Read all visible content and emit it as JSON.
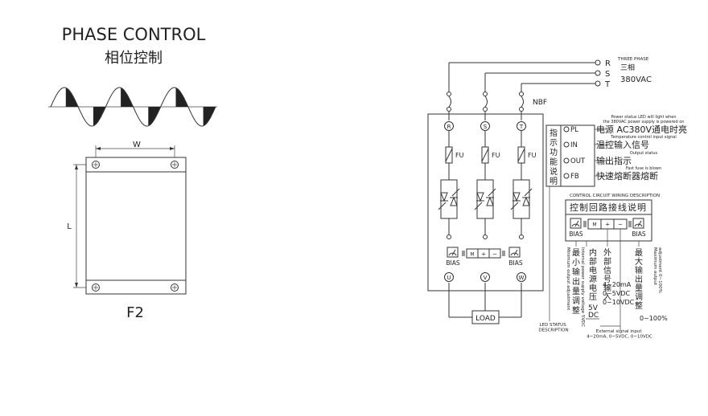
{
  "left": {
    "title": "PHASE CONTROL",
    "subtitle": "相位控制",
    "dim_width": "W",
    "dim_length": "L",
    "model": "F2"
  },
  "supply": {
    "phases": [
      "R",
      "S",
      "T"
    ],
    "heading": "THREE PHASE",
    "heading_cn": "三相",
    "voltage": "380VAC",
    "breaker": "NBF"
  },
  "circuit": {
    "terminals_in": [
      "R",
      "S",
      "T"
    ],
    "fuse_label": "FU",
    "bias_label": "BIAS",
    "control_terms": [
      "M",
      "+",
      "−"
    ],
    "terminals_out": [
      "U",
      "V",
      "W"
    ],
    "load_label": "LOAD"
  },
  "led_panel": {
    "vertical_title": [
      "指",
      "示",
      "功",
      "能",
      "说",
      "明"
    ],
    "items": [
      {
        "code": "PL",
        "note": "Power status LED will light when\nthe 380VAC power supply is powered on",
        "cn": "电源 AC380V通电时亮"
      },
      {
        "code": "IN",
        "note": "Temperature control input signal",
        "cn": "温控输入信号"
      },
      {
        "code": "OUT",
        "note": "Output status",
        "cn": "输出指示"
      },
      {
        "code": "FB",
        "note": "Fast fuse is blown",
        "cn": "快速熔断器熔断"
      }
    ],
    "led_status": "LED STATUS\nDESCRIPTION"
  },
  "control_wiring": {
    "heading": "CONTROL CIRCUIT WIRING DESCRIPTION",
    "title_cn": "控制回路接线说明",
    "bias_left": "BIAS",
    "bias_right": "BIAS",
    "terms": [
      "M",
      "+",
      "−"
    ],
    "min_cn": [
      "最",
      "小",
      "输",
      "出",
      "量",
      "调",
      "整"
    ],
    "min_en": "Minimum output adjustment",
    "internal_cn": [
      "内",
      "部",
      "电",
      "源",
      "电",
      "压"
    ],
    "internal_value": "5V\nDC",
    "internal_en": "Internal power supply voltage 5VDC",
    "external_cn": [
      "外",
      "部",
      "信",
      "号",
      "输",
      "入"
    ],
    "external_ranges": "4~20mA\n0~5VDC\n0~10VDC",
    "external_en": "External signal input\n4~20mA, 0~5VDC, 0~10VDC",
    "max_cn": [
      "最",
      "大",
      "输",
      "出",
      "量",
      "调",
      "整"
    ],
    "max_value": "0~100%",
    "max_en": "Maximum output\nadjustment 0~100%"
  }
}
